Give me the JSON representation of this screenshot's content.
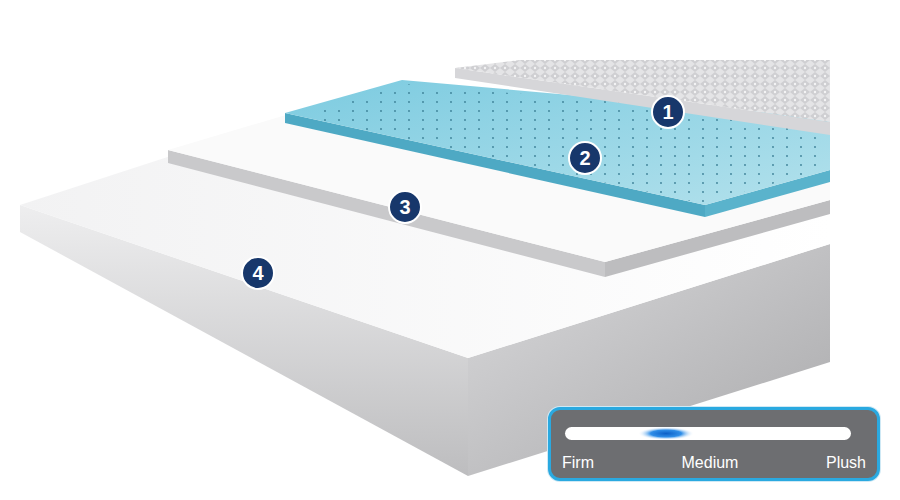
{
  "diagram": {
    "nodes": [
      {
        "text": [
          "Firm",
          "Medium",
          "Plush"
        ]
      }
    ],
    "labels": [
      "1",
      "2",
      "3",
      "4"
    ]
  }
}
